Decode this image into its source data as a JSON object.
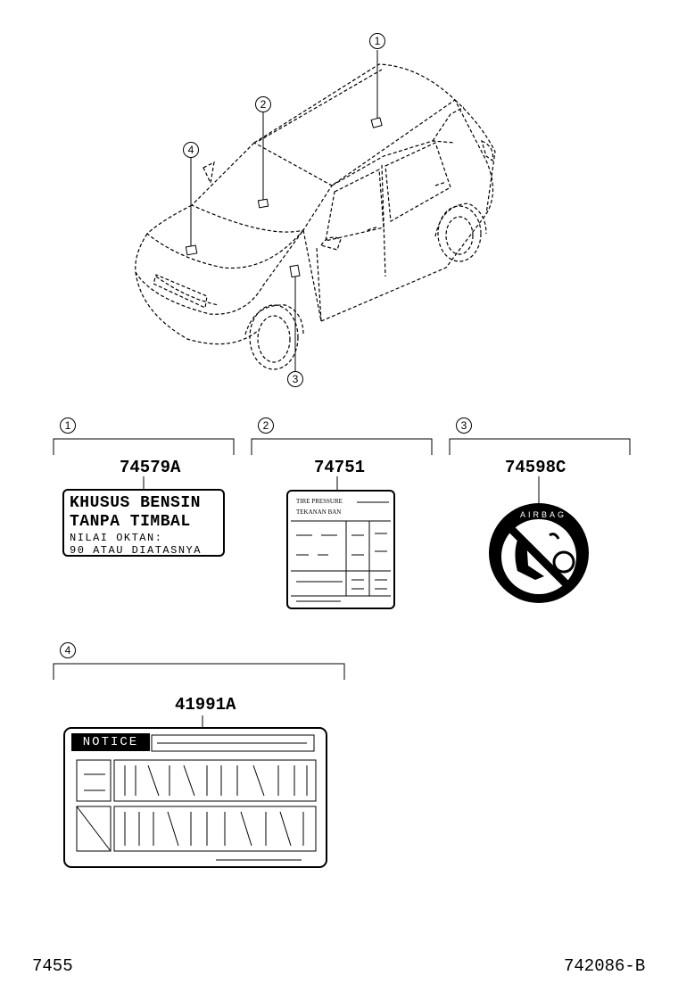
{
  "callouts": [
    "1",
    "2",
    "3",
    "4"
  ],
  "parts": {
    "part1": "74579A",
    "part2": "74751",
    "part3": "74598C",
    "part4": "41991A"
  },
  "label1": {
    "line1": "KHUSUS BENSIN",
    "line2": "TANPA TIMBAL",
    "line3": "NILAI OKTAN:",
    "line4": "90 ATAU DIATASNYA"
  },
  "label2": {
    "line1": "TIRE PRESSURE",
    "line2": "TEKANAN BAN"
  },
  "label3": {
    "text": "AIRBAG"
  },
  "label4": {
    "header": "NOTICE"
  },
  "footer": {
    "left": "7455",
    "right": "742086-B"
  }
}
